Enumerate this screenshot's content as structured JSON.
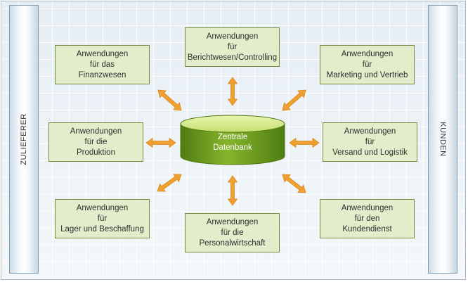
{
  "supplier_label": "ZULIEFERER",
  "customer_label": "KUNDEN",
  "database": {
    "line1": "Zentrale",
    "line2": "Datenbank"
  },
  "modules": {
    "finance": {
      "line1": "Anwendungen",
      "line2": "für das",
      "line3": "Finanzwesen"
    },
    "reporting": {
      "line1": "Anwendungen",
      "line2": "für",
      "line3": "Berichtwesen/Controlling"
    },
    "marketing": {
      "line1": "Anwendungen",
      "line2": "für",
      "line3": "Marketing und Vertrieb"
    },
    "production": {
      "line1": "Anwendungen",
      "line2": "für die",
      "line3": "Produktion"
    },
    "shipping": {
      "line1": "Anwendungen",
      "line2": "für",
      "line3": "Versand und Logistik"
    },
    "purchasing": {
      "line1": "Anwendungen",
      "line2": "für",
      "line3": "Lager und Beschaffung"
    },
    "personnel": {
      "line1": "Anwendungen",
      "line2": "für die",
      "line3": "Personalwirtschaft"
    },
    "service": {
      "line1": "Anwendungen",
      "line2": "für  den",
      "line3": "Kundendienst"
    }
  },
  "colors": {
    "arrow": "#f0a030",
    "arrow_edge": "#d98a1c",
    "db_top": "#d6ec8c",
    "db_side": "#6f9b1f",
    "db_edge": "#4f7a12"
  }
}
